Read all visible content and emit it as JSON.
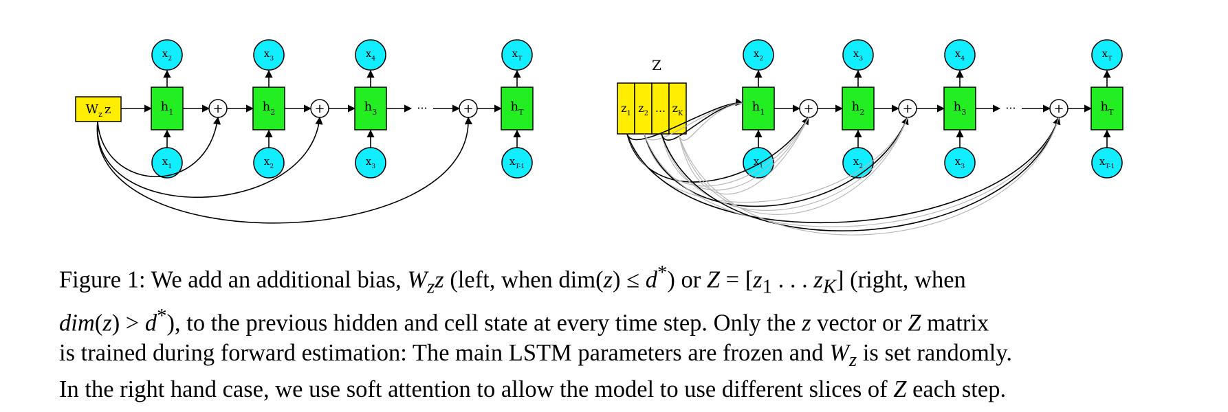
{
  "left": {
    "bias_label": "W",
    "bias_sub": "z",
    "bias_var": "z",
    "hidden": [
      [
        "h",
        "1"
      ],
      [
        "h",
        "2"
      ],
      [
        "h",
        "3"
      ],
      [
        "h",
        "T"
      ]
    ],
    "outputs": [
      [
        "x",
        "2"
      ],
      [
        "x",
        "3"
      ],
      [
        "x",
        "4"
      ],
      [
        "x",
        "T"
      ]
    ],
    "inputs": [
      [
        "x",
        "1"
      ],
      [
        "x",
        "2"
      ],
      [
        "x",
        "3"
      ],
      [
        "x",
        "T-1"
      ]
    ],
    "ellipsis": "···",
    "plus": "+"
  },
  "right": {
    "matrix_title": "Z",
    "slices": [
      [
        "z",
        "1"
      ],
      [
        "z",
        "2"
      ],
      [
        "...",
        ""
      ],
      [
        "z",
        "K"
      ]
    ],
    "hidden": [
      [
        "h",
        "1"
      ],
      [
        "h",
        "2"
      ],
      [
        "h",
        "3"
      ],
      [
        "h",
        "T"
      ]
    ],
    "outputs": [
      [
        "x",
        "2"
      ],
      [
        "x",
        "3"
      ],
      [
        "x",
        "4"
      ],
      [
        "x",
        "T"
      ]
    ],
    "inputs": [
      [
        "x",
        "1"
      ],
      [
        "x",
        "2"
      ],
      [
        "x",
        "3"
      ],
      [
        "x",
        "T-1"
      ]
    ],
    "ellipsis": "···",
    "plus": "+"
  },
  "caption": {
    "l1a": "Figure 1:   We add an additional bias, ",
    "l1b": "W",
    "l1c": "z",
    "l1d": "z",
    "l1e": " (left, when dim(",
    "l1f": "z",
    "l1g": ") ≤ ",
    "l1h": "d",
    "l1i": "*",
    "l1j": ") or ",
    "l1k": "Z",
    "l1l": " = [",
    "l1m": "z",
    "l1n": "1",
    "l1o": " . . . ",
    "l1p": "z",
    "l1q": "K",
    "l1r": "] (right, when",
    "l2a": "dim",
    "l2b": "(",
    "l2c": "z",
    "l2d": ") > ",
    "l2e": "d",
    "l2f": "*",
    "l2g": "), to the previous hidden and cell state at every time step. Only the ",
    "l2h": "z",
    "l2i": " vector or ",
    "l2j": "Z",
    "l2k": " matrix",
    "l3a": "is trained during forward estimation: The main LSTM parameters are frozen and ",
    "l3b": "W",
    "l3c": "z",
    "l3d": " is set randomly.",
    "l4a": "In the right hand case, we use soft attention to allow the model to use different slices of ",
    "l4b": "Z",
    "l4c": " each step."
  }
}
